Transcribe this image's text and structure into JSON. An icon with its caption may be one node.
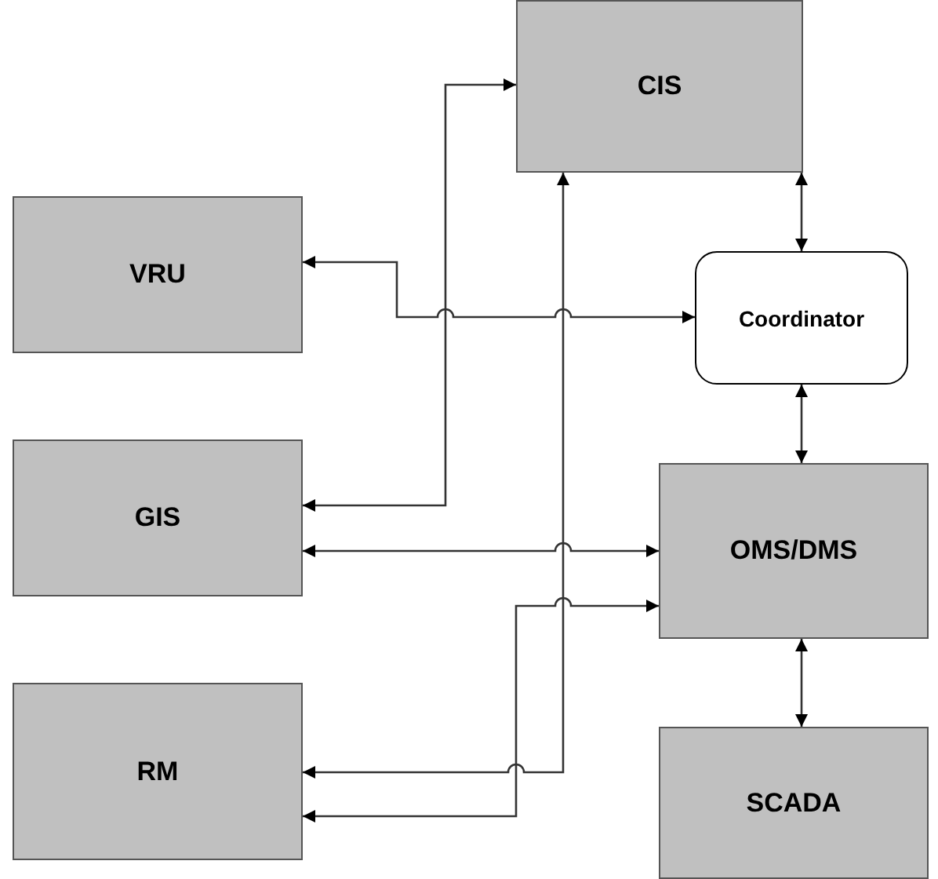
{
  "diagram": {
    "nodes": [
      {
        "text": [
          "CIS"
        ]
      },
      {
        "text": [
          "VRU"
        ]
      },
      {
        "text": [
          "Coordinator"
        ]
      },
      {
        "text": [
          "GIS"
        ]
      },
      {
        "text": [
          "OMS/DMS"
        ]
      },
      {
        "text": [
          "RM"
        ]
      },
      {
        "text": [
          "SCADA"
        ]
      }
    ],
    "edges": [
      {
        "from": 0,
        "to": 2,
        "arrow": "both"
      },
      {
        "from": 2,
        "to": 4,
        "arrow": "both"
      },
      {
        "from": 4,
        "to": 6,
        "arrow": "both"
      },
      {
        "from": 2,
        "to": 1,
        "arrow": "both"
      },
      {
        "from": 3,
        "to": 0,
        "arrow": "both"
      },
      {
        "from": 3,
        "to": 4,
        "arrow": "both"
      },
      {
        "from": 5,
        "to": 0,
        "arrow": "both"
      },
      {
        "from": 5,
        "to": 4,
        "arrow": "both"
      }
    ]
  }
}
